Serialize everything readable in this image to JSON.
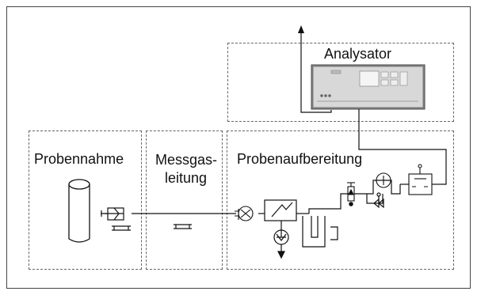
{
  "labels": {
    "analysator": "Analysator",
    "probennahme": "Probennahme",
    "messgas_line1": "Messgas-",
    "messgas_line2": "leitung",
    "probenaufbereitung": "Probenaufbereitung"
  },
  "colors": {
    "line": "#111111",
    "dashed_border": "#666666",
    "analyzer_fill": "#d8d8d8",
    "analyzer_screen": "#f5f5f5",
    "analyzer_shadow": "#8f8f8f"
  },
  "icons": {
    "analyzer": "analyzer-device-icon",
    "sample_probe": "sample-probe-icon",
    "filter": "filter-icon",
    "heated_line_marker": "heated-line-marker-icon",
    "cooler": "cooler-icon",
    "pump": "pump-icon",
    "flowmeter": "flowmeter-icon",
    "valve": "valve-icon",
    "condensate_vessel": "condensate-vessel-icon",
    "outlet_arrow": "outlet-arrow-icon"
  }
}
